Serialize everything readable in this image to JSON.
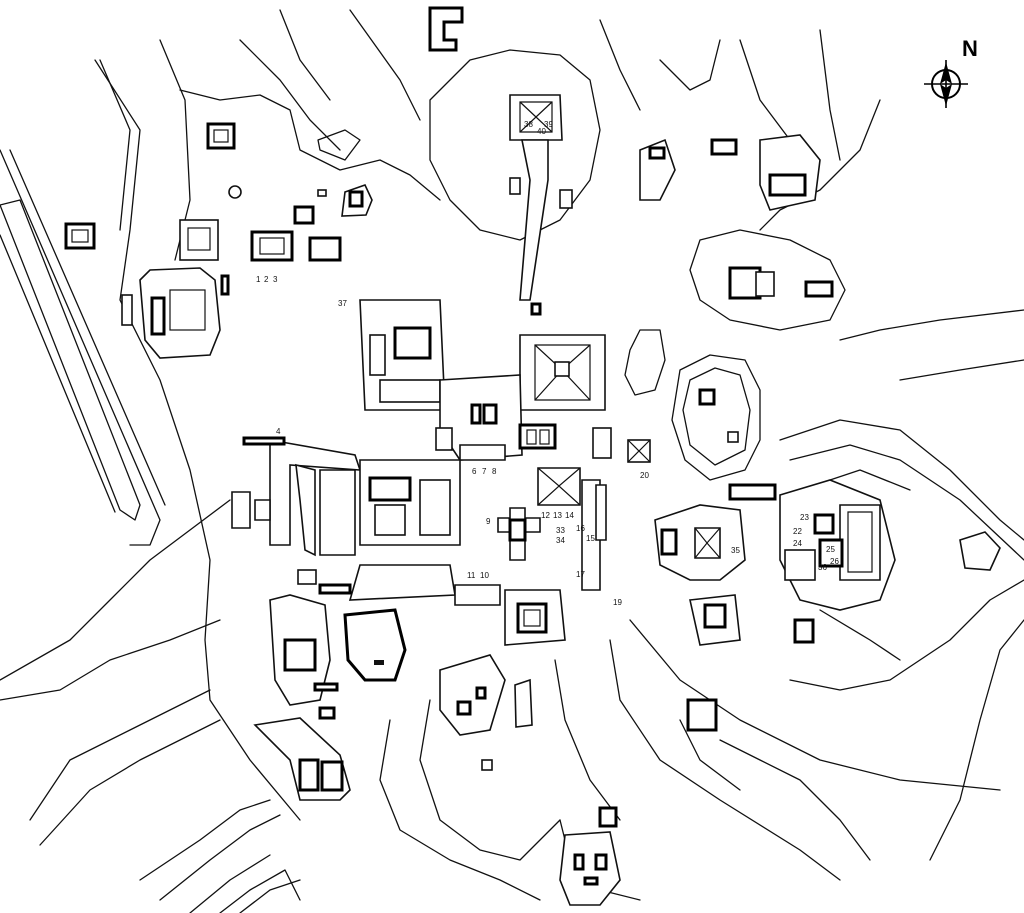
{
  "compass": {
    "letter": "N"
  },
  "labels": {
    "l1": "1",
    "l2": "2",
    "l3": "3",
    "l4": "4",
    "l6": "6",
    "l7": "7",
    "l8": "8",
    "l9": "9",
    "l10": "10",
    "l11": "11",
    "l12": "12",
    "l13": "13",
    "l14": "14",
    "l15": "15",
    "l16": "16",
    "l17": "17",
    "l19": "19",
    "l20": "20",
    "l22": "22",
    "l23": "23",
    "l24": "24",
    "l25": "25",
    "l26": "26",
    "l33": "33",
    "l34": "34",
    "l35": "35",
    "l36": "36",
    "l37": "37",
    "l38": "38",
    "l39": "39",
    "l40": "40"
  }
}
